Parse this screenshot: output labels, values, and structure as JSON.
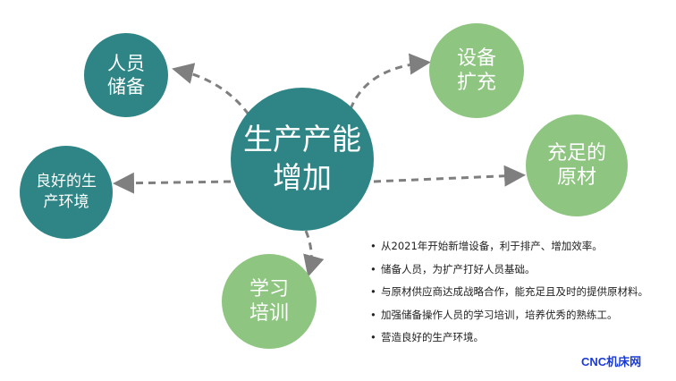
{
  "center_label": "生产产能\n增加",
  "nodes": {
    "staff": "人员\n储备",
    "equipment": "设备\n扩充",
    "environment": "良好的生\n产环境",
    "material": "充足的\n原材",
    "training": "学习\n培训"
  },
  "bullets": [
    "从2021年开始新增设备，利于排产、增加效率。",
    "储备人员，为扩产打好人员基础。",
    "与原材供应商达成战略合作，能充足且及时的提供原材料。",
    "加强储备操作人员的学习培训，培养优秀的熟练工。",
    "营造良好的生产环境。"
  ],
  "watermark": "CNC机床网",
  "colors": {
    "teal": "#2f8585",
    "green": "#8ec580",
    "arrow": "#7f7f7f",
    "watermark": "#1a3bd6"
  }
}
